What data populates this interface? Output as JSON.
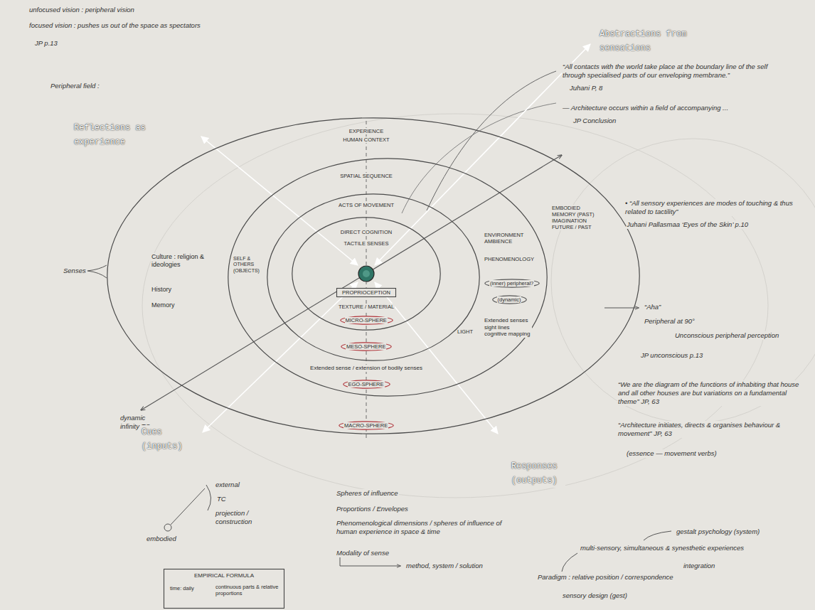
{
  "diagram": {
    "nodes": [
      {
        "text": [
          "EXPERIENCE",
          "HUMAN CONTEXT",
          "Culture : religion & ideologies",
          "History",
          "Memory",
          "EMBODIED MEMORY (PAST) IMAGINATION FUTURE / PAST"
        ]
      },
      {
        "text": [
          "MACRO-SPHERE"
        ],
        "in": 0
      },
      {
        "text": [
          "SPATIAL SEQUENCE",
          "SELF & OTHERS (OBJECTS)",
          "ENVIRONMENT AMBIENCE",
          "PHENOMENOLOGY",
          "LIGHT",
          "Extended senses sight lines cognitive mapping",
          "Extended sense / extension of bodily senses"
        ],
        "in": 0
      },
      {
        "text": [
          "(inner) peripheral?"
        ],
        "in": 2
      },
      {
        "text": [
          "(dynamic)"
        ],
        "in": 2
      },
      {
        "text": [
          "EGO-SPHERE"
        ],
        "in": 2
      },
      {
        "text": [
          "ACTS OF MOVEMENT"
        ],
        "in": 2
      },
      {
        "text": [
          "MESO-SPHERE"
        ],
        "in": 6
      },
      {
        "text": [
          "DIRECT COGNITION",
          "TACTILE SENSES",
          "TEXTURE / MATERIAL"
        ],
        "in": 6
      },
      {
        "text": [
          "PROPRIOCEPTION"
        ],
        "in": 8
      },
      {
        "text": [
          "MICRO-SPHERE"
        ],
        "in": 8
      },
      {
        "text": [
          "EMPIRICAL FORMULA",
          "time: daily",
          "continuous parts & relative proportions"
        ]
      }
    ],
    "labels": [
      "unfocused vision : peripheral vision",
      "focused vision : pushes us out of the space as spectators",
      "JP p.13",
      "Peripheral field :",
      "Abstractions from sensations",
      "“All contacts with the world take place at the boundary line of the self through specialised parts of our enveloping membrane.”",
      "Juhani P, 8",
      "— Architecture occurs within a field of accompanying ...",
      "JP Conclusion",
      "Reflections as experience",
      "Senses",
      "• “All sensory experiences are modes of touching & thus related to tactility”",
      "Juhani Pallasmaa ‘Eyes of the Skin’ p.10",
      "“Aha”",
      "Peripheral at 90°",
      "Unconscious peripheral perception",
      "JP unconscious p.13",
      "“We are the diagram of the functions of inhabiting that house and all other houses are but variations on a fundamental theme” JP, 63",
      "“Architecture initiates, directs & organises behaviour & movement” JP, 63",
      "(essence — movement verbs)",
      "dynamic infinity TC",
      "Cues (inputs)",
      "Responses (outputs)",
      "external",
      "TC",
      "projection / construction",
      "embodied",
      "Spheres of influence",
      "Proportions / Envelopes",
      "Phenomenological dimensions / spheres of influence of human experience in space & time",
      "Modality of sense",
      "method, system / solution",
      "gestalt psychology (system)",
      "multi-sensory, simultaneous & synesthetic experiences",
      "integration",
      "Paradigm : relative position / correspondence",
      "sensory design (gest)"
    ]
  }
}
